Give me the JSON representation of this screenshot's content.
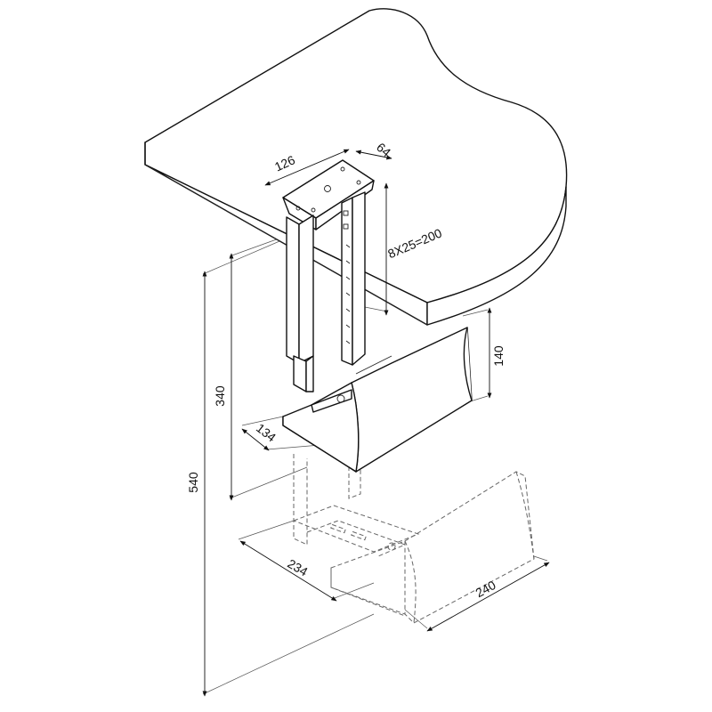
{
  "dimensions": {
    "top_plate_width": "126",
    "top_plate_depth": "64",
    "adjust_range": "8X25=200",
    "side_height": "140",
    "min_height": "340",
    "max_height": "540",
    "tray_width": "134",
    "max_width": "234",
    "tray_depth": "240"
  },
  "colors": {
    "line": "#111111",
    "hidden_line": "#666666",
    "fill": "#ffffff"
  }
}
